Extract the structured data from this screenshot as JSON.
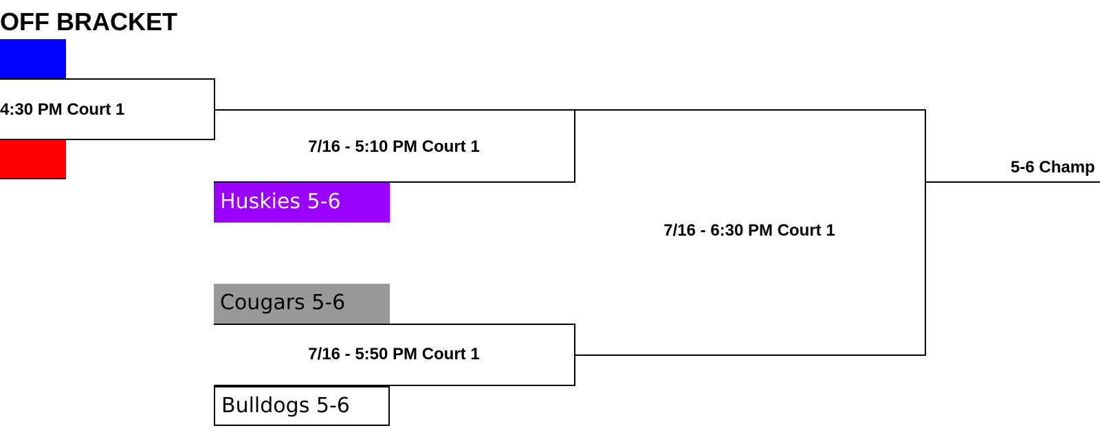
{
  "bracket": {
    "title": "OFF BRACKET",
    "colors": {
      "team_top": "#0000ff",
      "team_bottom": "#ff0000",
      "huskies": "#9900ff",
      "cougars": "#999999",
      "bulldogs": "#ffffff",
      "lines": "#000000"
    },
    "round1": {
      "game_label": "4:30 PM Court 1"
    },
    "round2": {
      "game_top_label": "7/16 - 5:10 PM Court 1",
      "game_bottom_label": "7/16 - 5:50 PM Court 1",
      "teams": [
        "Huskies 5-6",
        "Cougars 5-6",
        "Bulldogs 5-6"
      ]
    },
    "semifinal": {
      "game_label": "7/16 - 6:30 PM Court 1"
    },
    "final": {
      "label": "5-6 Champ"
    }
  }
}
